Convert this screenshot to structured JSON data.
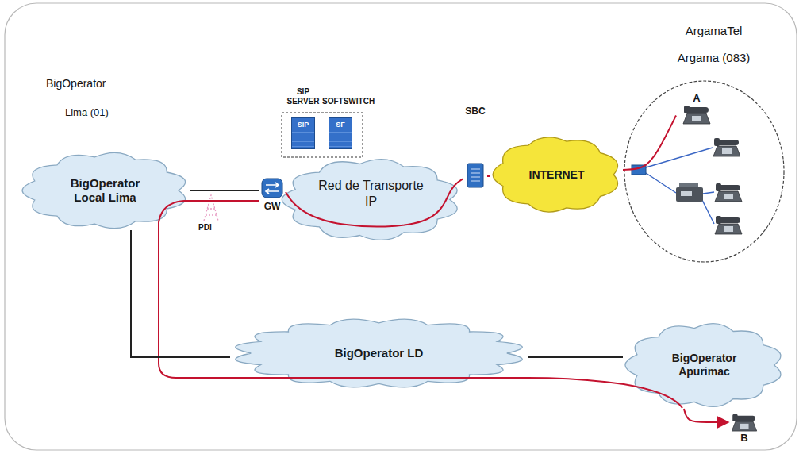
{
  "diagram": {
    "nodes": [
      {
        "text": [
          "BigOperator Local Lima"
        ]
      },
      {
        "text": [
          "GW"
        ]
      },
      {
        "text": [
          "SIP SERVER",
          "SIP"
        ]
      },
      {
        "text": [
          "SOFTSWITCH",
          "SF"
        ]
      },
      {
        "text": [
          "Red de Transporte IP"
        ]
      },
      {
        "text": [
          "SBC"
        ]
      },
      {
        "text": [
          "INTERNET"
        ]
      },
      {
        "text": [
          "ArgamaTel",
          "Argama (083)"
        ]
      },
      {
        "text": [
          "A"
        ],
        "in": 7
      },
      {
        "text": [
          "BigOperator LD"
        ]
      },
      {
        "text": [
          "BigOperator Apurimac"
        ]
      },
      {
        "text": [
          "B"
        ]
      }
    ],
    "edges": [
      {
        "from": 8,
        "to": 6,
        "arrow": "none"
      },
      {
        "from": 6,
        "to": 5,
        "arrow": "none"
      },
      {
        "from": 5,
        "to": 1,
        "arrow": "none"
      },
      {
        "from": 1,
        "to": 0,
        "arrow": "none"
      },
      {
        "from": 0,
        "to": 9,
        "arrow": "none"
      },
      {
        "from": 9,
        "to": 10,
        "arrow": "none"
      },
      {
        "from": 10,
        "to": 11,
        "arrow": "to"
      }
    ],
    "labels": [
      "BigOperator",
      "Lima (01)",
      "PDI"
    ]
  }
}
